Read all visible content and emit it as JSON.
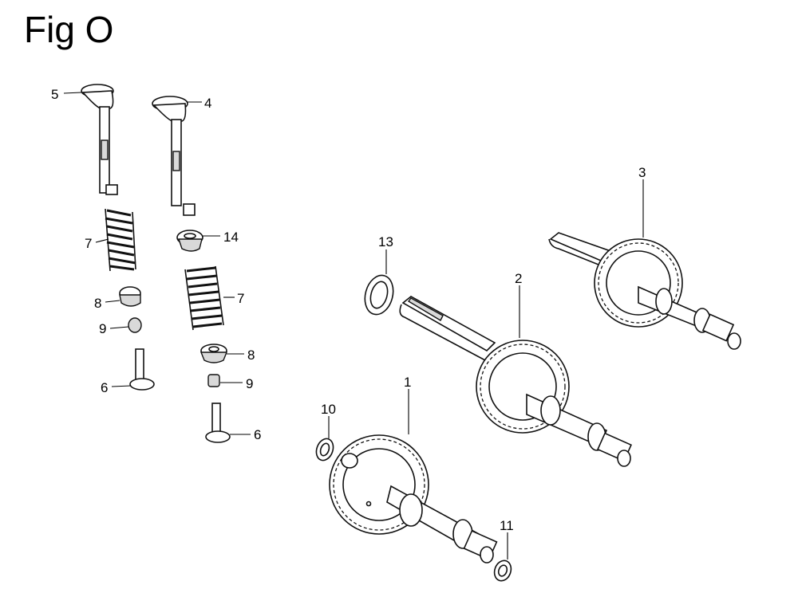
{
  "figure": {
    "title": "Fig O"
  },
  "callouts": {
    "c1": "1",
    "c2": "2",
    "c3": "3",
    "c4": "4",
    "c5": "5",
    "c6a": "6",
    "c6b": "6",
    "c7a": "7",
    "c7b": "7",
    "c8a": "8",
    "c8b": "8",
    "c9a": "9",
    "c9b": "9",
    "c10": "10",
    "c11": "11",
    "c13": "13",
    "c14": "14"
  }
}
